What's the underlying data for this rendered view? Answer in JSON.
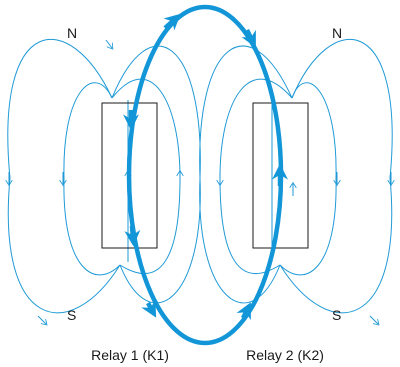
{
  "colors": {
    "field_line": "#1f9ad6",
    "coupling_loop": "#1296d8",
    "core_outline": "#1a1a1a",
    "text": "#1a1a1a"
  },
  "relays": [
    {
      "label": "Relay 1 (K1)",
      "north": "N",
      "south": "S"
    },
    {
      "label": "Relay 2 (K2)",
      "north": "N",
      "south": "S"
    }
  ]
}
